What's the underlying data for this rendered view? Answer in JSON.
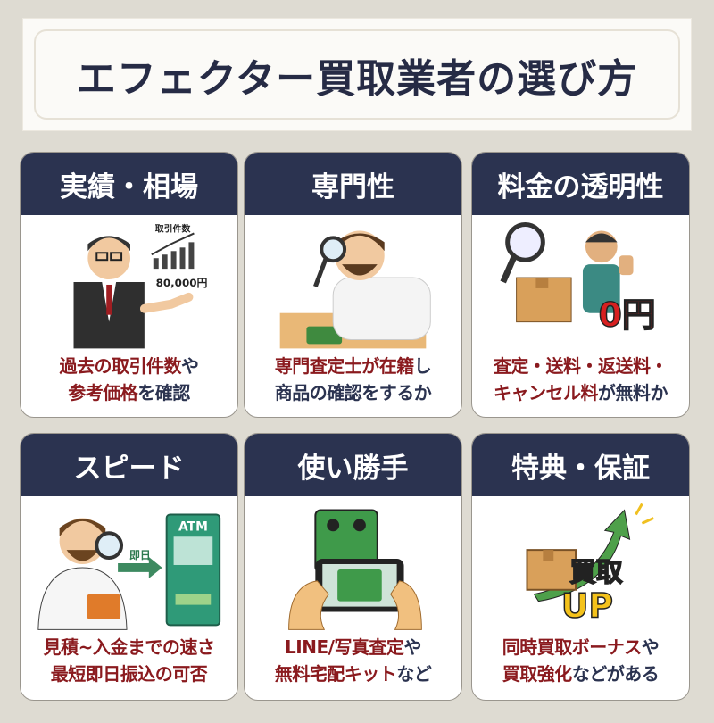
{
  "title": "エフェクター買取業者の選び方",
  "colors": {
    "header": "#2b3350",
    "accent_red": "#8a1a1e",
    "text_dark": "#2b3350",
    "background": "#dedbd2"
  },
  "cards": [
    {
      "heading": "実績・相場",
      "illustration": "businessman-with-chart",
      "labels": {
        "chart_title": "取引件数",
        "amount": "80,000円"
      },
      "lines": [
        [
          {
            "t": "過去の取引件数",
            "c": "r"
          },
          {
            "t": "や",
            "c": "d"
          }
        ],
        [
          {
            "t": "参考価格",
            "c": "r"
          },
          {
            "t": "を確認",
            "c": "d"
          }
        ]
      ]
    },
    {
      "heading": "専門性",
      "illustration": "appraiser-with-magnifier",
      "labels": {},
      "lines": [
        [
          {
            "t": "専門査定士が在籍",
            "c": "r"
          },
          {
            "t": "し",
            "c": "d"
          }
        ],
        [
          {
            "t": "商品の確認をするか",
            "c": "d"
          }
        ]
      ]
    },
    {
      "heading": "料金の透明性",
      "illustration": "magnifier-box-zero-yen",
      "labels": {
        "price": "0円"
      },
      "lines": [
        [
          {
            "t": "査定・送料・返送料・",
            "c": "r"
          }
        ],
        [
          {
            "t": "キャンセル料",
            "c": "r"
          },
          {
            "t": "が無料か",
            "c": "d"
          }
        ]
      ]
    },
    {
      "heading": "スピード",
      "illustration": "appraiser-atm",
      "labels": {
        "same_day": "即日",
        "atm": "ATM"
      },
      "lines": [
        [
          {
            "t": "見積~入金までの速さ",
            "c": "r"
          }
        ],
        [
          {
            "t": "最短即日振込の可否",
            "c": "r"
          }
        ]
      ]
    },
    {
      "heading": "使い勝手",
      "illustration": "smartphone-photo-pedal",
      "labels": {},
      "lines": [
        [
          {
            "t": "LINE/写真査定",
            "c": "r"
          },
          {
            "t": "や",
            "c": "d"
          }
        ],
        [
          {
            "t": "無料宅配キット",
            "c": "r"
          },
          {
            "t": "など",
            "c": "d"
          }
        ]
      ]
    },
    {
      "heading": "特典・保証",
      "illustration": "box-arrow-kaitori-up",
      "labels": {
        "kaitori": "買取",
        "up": "UP"
      },
      "lines": [
        [
          {
            "t": "同時買取ボーナス",
            "c": "r"
          },
          {
            "t": "や",
            "c": "d"
          }
        ],
        [
          {
            "t": "買取強化",
            "c": "r"
          },
          {
            "t": "などがある",
            "c": "d"
          }
        ]
      ]
    }
  ]
}
